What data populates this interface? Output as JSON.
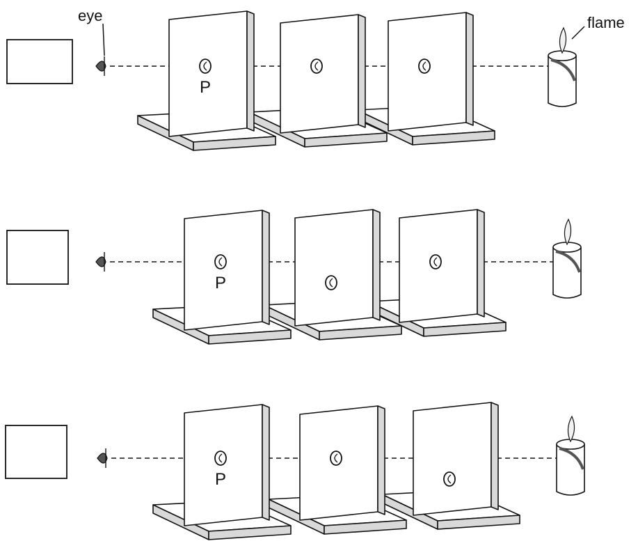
{
  "labels": {
    "eye": "eye",
    "flame": "flame"
  },
  "rows": [
    {
      "cards": [
        {
          "label": "P",
          "hole_offset": 0
        },
        {
          "label": "",
          "hole_offset": 0
        },
        {
          "label": "",
          "hole_offset": 0
        }
      ]
    },
    {
      "cards": [
        {
          "label": "P",
          "hole_offset": 0
        },
        {
          "label": "",
          "hole_offset": 1
        },
        {
          "label": "",
          "hole_offset": 0
        }
      ]
    },
    {
      "cards": [
        {
          "label": "P",
          "hole_offset": 0
        },
        {
          "label": "",
          "hole_offset": 0
        },
        {
          "label": "",
          "hole_offset": 1
        }
      ]
    }
  ],
  "colors": {
    "ink": "#111111",
    "face": "#ffffff",
    "side": "#d9d9d9",
    "eye": "#555555"
  }
}
